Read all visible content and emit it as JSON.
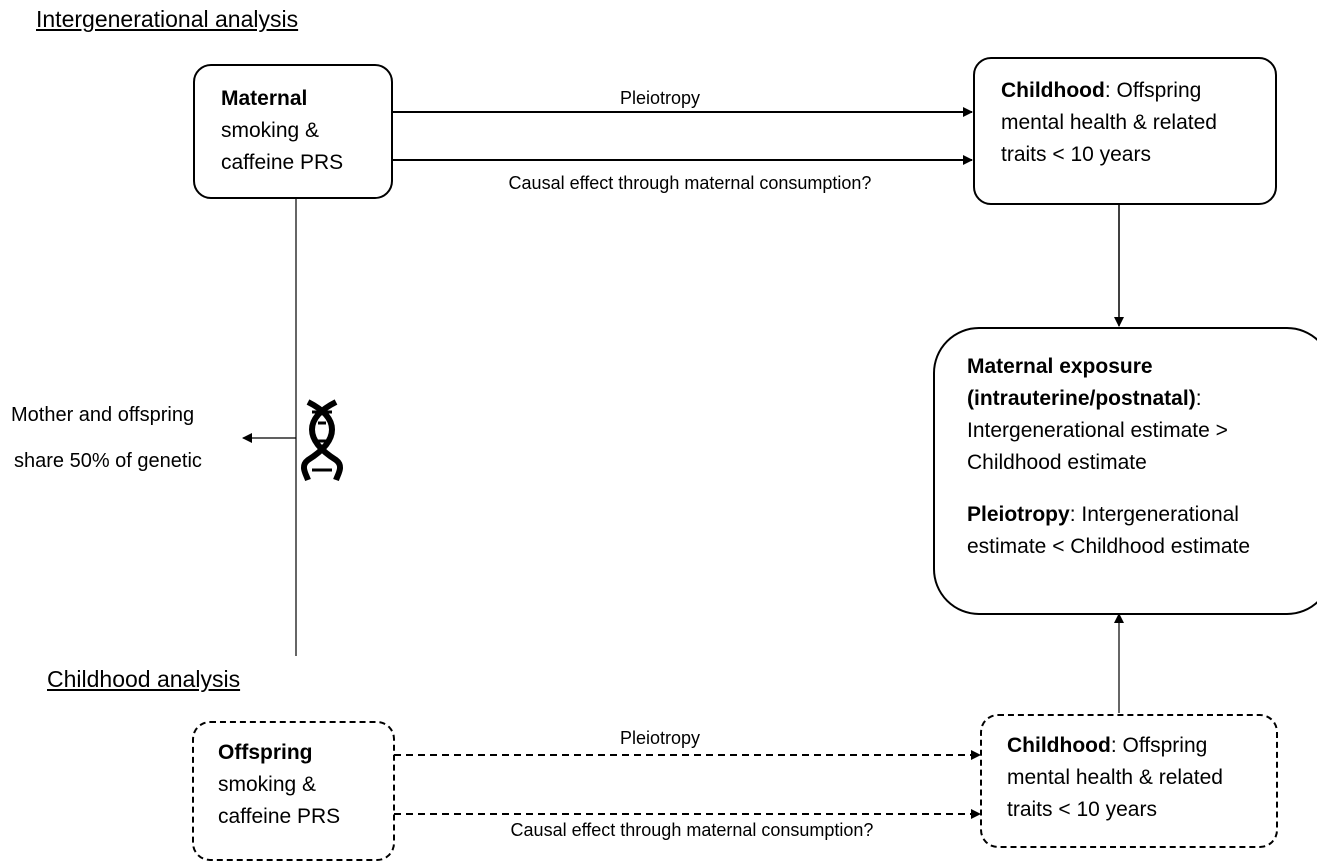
{
  "sections": {
    "intergenerational": "Intergenerational analysis",
    "childhood": "Childhood analysis"
  },
  "boxes": {
    "maternal_prs": {
      "bold": "Maternal",
      "line2": "smoking &",
      "line3": "caffeine PRS"
    },
    "childhood_top": {
      "bold": "Childhood",
      "rest": ": Offspring",
      "line2": "mental health & related",
      "line3": "traits < 10 years"
    },
    "interpretation": {
      "p1_bold1": "Maternal exposure",
      "p1_bold2": "(intrauterine/postnatal)",
      "p1_colon": ":",
      "p1_line3": "Intergenerational estimate >",
      "p1_line4": "Childhood estimate",
      "p2_bold": "Pleiotropy",
      "p2_rest": ": Intergenerational",
      "p2_line2": "estimate <  Childhood estimate"
    },
    "offspring_prs": {
      "bold": "Offspring",
      "line2": "smoking &",
      "line3": "caffeine PRS"
    },
    "childhood_bottom": {
      "bold": "Childhood",
      "rest": ": Offspring",
      "line2": "mental health & related",
      "line3": "traits < 10 years"
    }
  },
  "edges": {
    "top_pleiotropy": "Pleiotropy",
    "top_causal": "Causal effect through maternal consumption?",
    "bottom_pleiotropy": "Pleiotropy",
    "bottom_causal": "Causal effect through maternal consumption?"
  },
  "side_note": {
    "line1": "Mother and offspring",
    "line2": "share 50% of genetic"
  },
  "icons": {
    "dna": "dna-icon"
  }
}
